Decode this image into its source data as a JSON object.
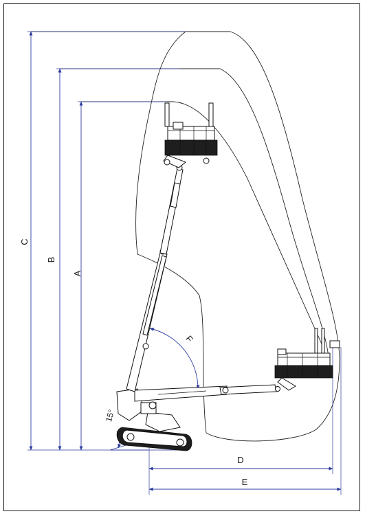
{
  "dimension_labels": {
    "a": "A",
    "b": "B",
    "c": "C",
    "d": "D",
    "e": "E",
    "f": "F"
  },
  "angle_label": "15°",
  "colors": {
    "dimension_lines": "#2b3a9e",
    "outline": "#1a1a1a"
  }
}
